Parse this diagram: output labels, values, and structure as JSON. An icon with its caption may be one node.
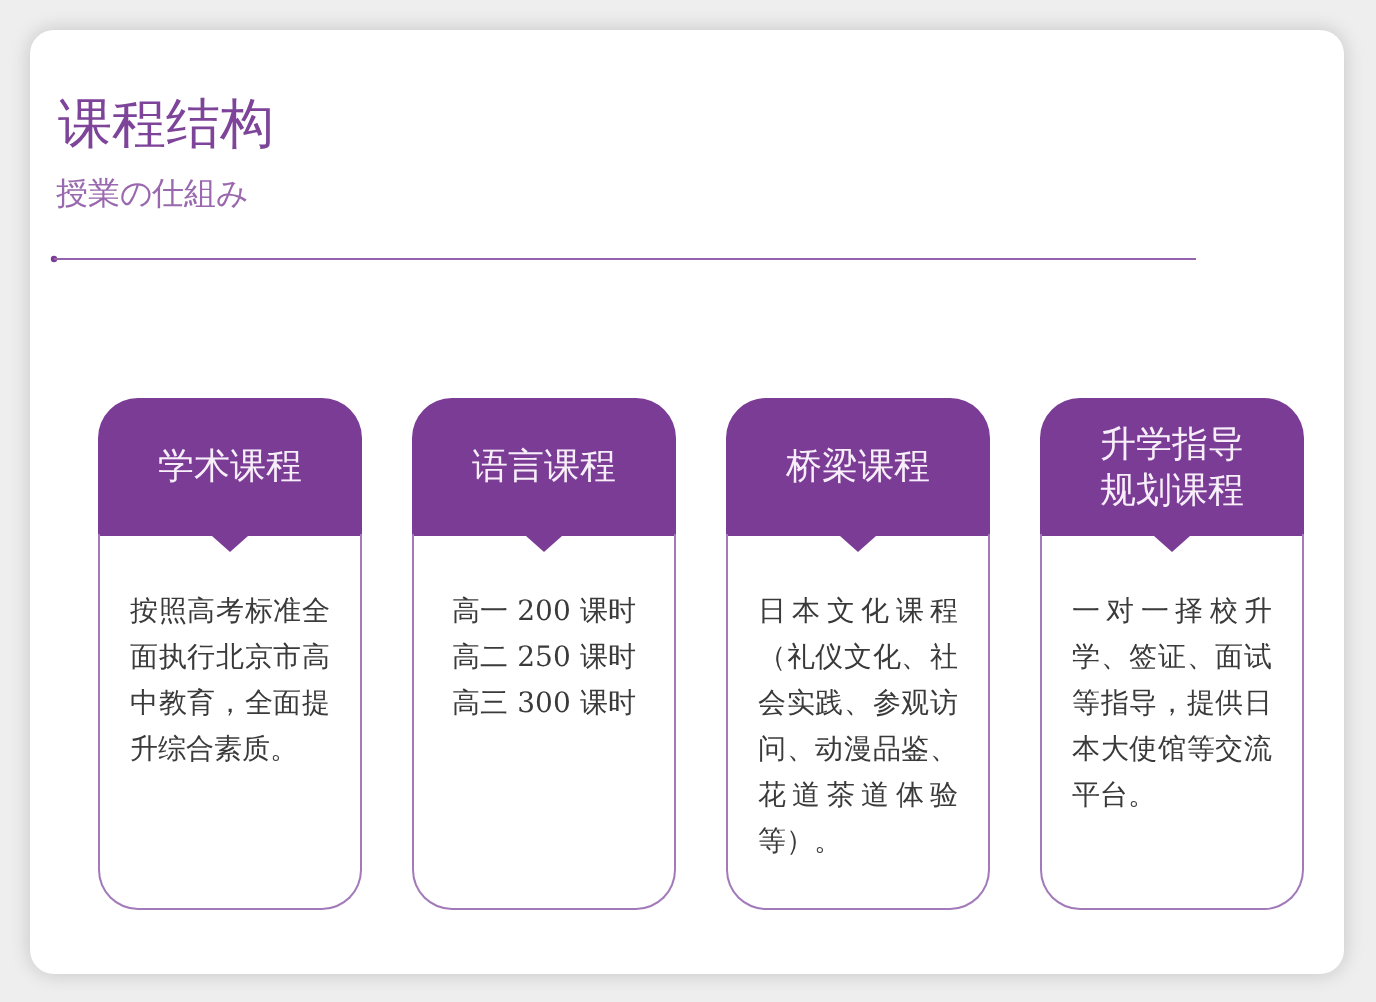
{
  "diagram": {
    "title": "课程结构",
    "nodes": [
      {
        "text": [
          "学术课程",
          "按照高考标准全面执行北京市高中教育，全面提升综合素质。"
        ]
      },
      {
        "text": [
          "语言课程",
          "高一 200 课时",
          "高二 250 课时",
          "高三 300 课时"
        ]
      },
      {
        "text": [
          "桥梁课程",
          "日本文化课程（礼仪文化、社会实践、参观访问、动漫品鉴、花道茶道体验等）。"
        ]
      },
      {
        "text": [
          "升学指导规划课程",
          "一对一择校升学、签证、面试等指导，提供日本大使馆等交流平台。"
        ]
      }
    ],
    "labels": [
      "授業の仕組み"
    ]
  }
}
